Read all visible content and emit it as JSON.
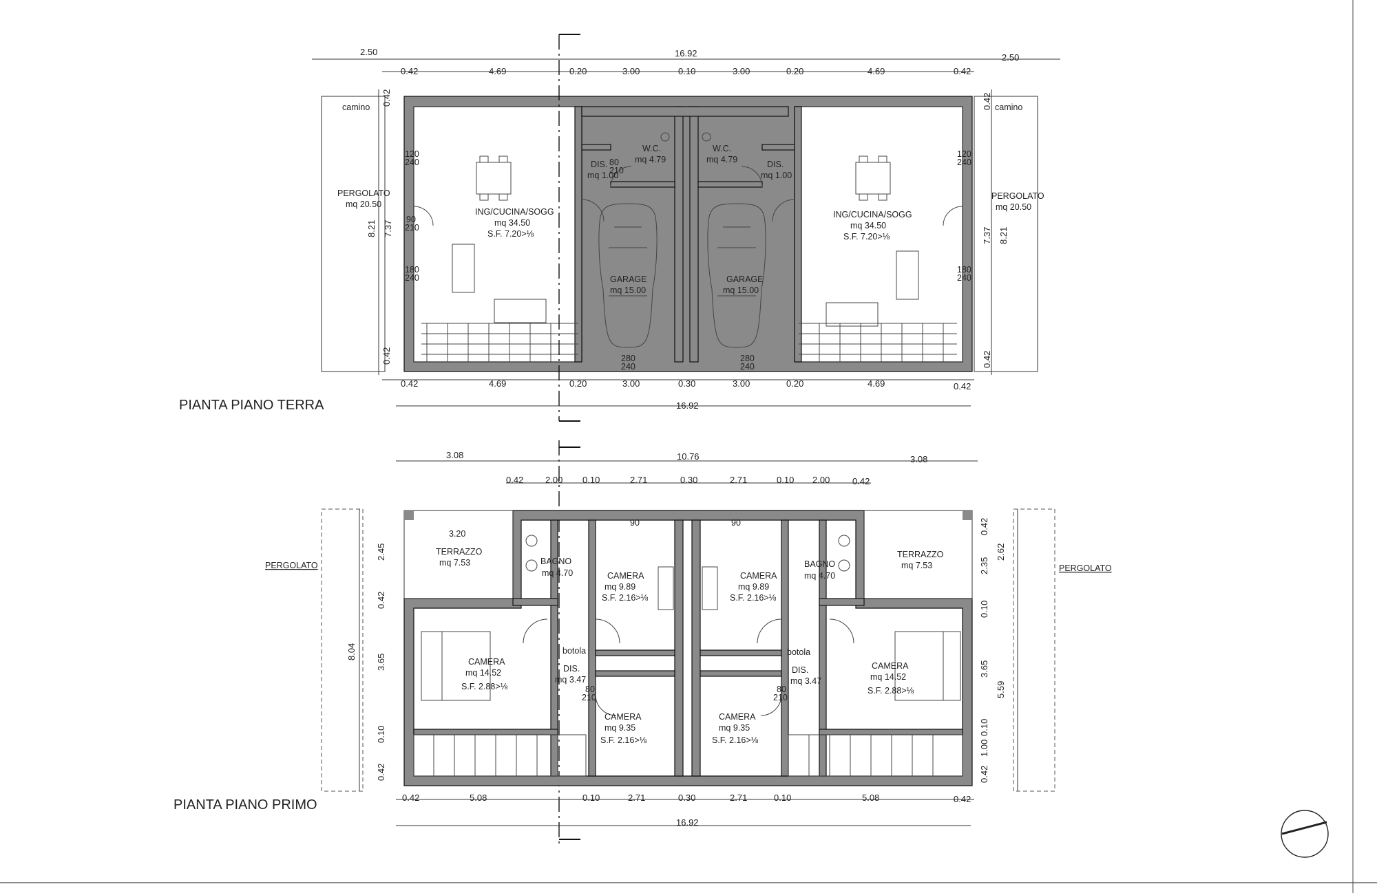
{
  "ground_floor": {
    "title": "PIANTA PIANO TERRA",
    "dims_top_outer": [
      "2.50",
      "16.92",
      "2.50"
    ],
    "dims_top_inner": [
      "0.42",
      "4.69",
      "0.20",
      "3.00",
      "0.10",
      "3.00",
      "0.20",
      "4.69",
      "0.42"
    ],
    "dims_bottom_inner": [
      "0.42",
      "4.69",
      "0.20",
      "3.00",
      "0.30",
      "3.00",
      "0.20",
      "4.69",
      "0.42"
    ],
    "dim_bottom_total": "16.92",
    "dims_left": [
      "8.21",
      "7.37",
      "0.42",
      "0.42"
    ],
    "dims_right": [
      "0.42",
      "7.37",
      "8.21",
      "0.42"
    ],
    "label_camino": "camino",
    "pergolato_left": {
      "name": "PERGOLATO",
      "area": "mq 20.50"
    },
    "pergolato_right": {
      "name": "PERGOLATO",
      "area": "mq 20.50"
    },
    "living_left": {
      "name": "ING/CUCINA/SOGG",
      "area": "mq 34.50",
      "sf": "S.F.  7.20>⅛"
    },
    "living_right": {
      "name": "ING/CUCINA/SOGG",
      "area": "mq 34.50",
      "sf": "S.F.  7.20>⅛"
    },
    "wc_left": {
      "name": "W.C.",
      "area": "mq 4.79"
    },
    "wc_right": {
      "name": "W.C.",
      "area": "mq 4.79"
    },
    "dis_left": {
      "name": "DIS.",
      "area": "mq 1.00"
    },
    "dis_right": {
      "name": "DIS.",
      "area": "mq 1.00"
    },
    "garage_left": {
      "name": "GARAGE",
      "area": "mq 15.00"
    },
    "garage_right": {
      "name": "GARAGE",
      "area": "mq 15.00"
    },
    "window_codes": [
      "120",
      "240",
      "90",
      "210",
      "180",
      "240",
      "80",
      "210",
      "280",
      "240"
    ]
  },
  "first_floor": {
    "title": "PIANTA PIANO PRIMO",
    "dims_top_outer": [
      "3.08",
      "10.76",
      "3.08"
    ],
    "dims_top_inner": [
      "0.42",
      "2.00",
      "0.10",
      "2.71",
      "0.30",
      "2.71",
      "0.10",
      "2.00",
      "0.42"
    ],
    "dims_bottom_inner": [
      "0.42",
      "5.08",
      "0.10",
      "2.71",
      "0.30",
      "2.71",
      "0.10",
      "5.08",
      "0.42"
    ],
    "dim_bottom_total": "16.92",
    "dims_left": [
      "8.04",
      "2.45",
      "0.42",
      "3.65",
      "0.10",
      "0.42"
    ],
    "dims_right": [
      "0.42",
      "2.62",
      "2.35",
      "0.10",
      "3.65",
      "5.59",
      "1.00",
      "0.10",
      "0.42"
    ],
    "terrazzo_width": "3.20",
    "terrazzo_left": {
      "name": "TERRAZZO",
      "area": "mq 7.53"
    },
    "terrazzo_right": {
      "name": "TERRAZZO",
      "area": "mq 7.53"
    },
    "pergolato_left": "PERGOLATO",
    "pergolato_right": "PERGOLATO",
    "bagno_left": {
      "name": "BAGNO",
      "area": "mq 4.70"
    },
    "bagno_right": {
      "name": "BAGNO",
      "area": "mq 4.70"
    },
    "camera_tl": {
      "name": "CAMERA",
      "area": "mq 9.89",
      "sf": "S.F.  2.16>⅛"
    },
    "camera_tr": {
      "name": "CAMERA",
      "area": "mq 9.89",
      "sf": "S.F.  2.16>⅛"
    },
    "camera_bl": {
      "name": "CAMERA",
      "area": "mq 9.35",
      "sf": "S.F.  2.16>⅛"
    },
    "camera_br": {
      "name": "CAMERA",
      "area": "mq 9.35",
      "sf": "S.F.  2.16>⅛"
    },
    "camera_left": {
      "name": "CAMERA",
      "area": "mq 14.52",
      "sf": "S.F.  2.88>⅛"
    },
    "camera_right": {
      "name": "CAMERA",
      "area": "mq 14.52",
      "sf": "S.F.  2.88>⅛"
    },
    "dis_left": {
      "name": "DIS.",
      "area": "mq 3.47"
    },
    "dis_right": {
      "name": "DIS.",
      "area": "mq 3.47"
    },
    "botola": "botola",
    "window_codes": [
      "90",
      "80",
      "210"
    ]
  },
  "colors": {
    "wall": "#8a8a8a",
    "line": "#222222",
    "paper": "#ffffff"
  }
}
